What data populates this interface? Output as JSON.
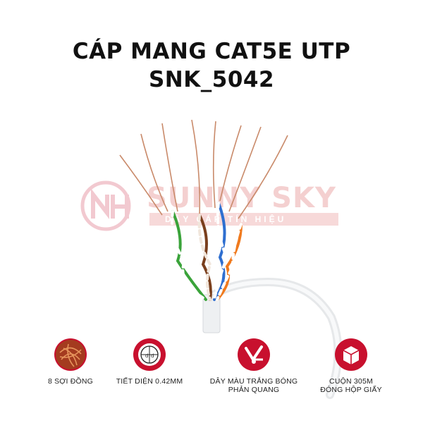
{
  "title": {
    "line1": "CÁP MANG CAT5E UTP",
    "line2": "SNK_5042"
  },
  "watermark": {
    "brand": "SUNNY SKY",
    "tagline": "DÂY CÁP TÍN HIỆU"
  },
  "colors": {
    "accent": "#c8102e",
    "copper": "#c98a6a",
    "green": "#3aa33a",
    "brown": "#7a3f1d",
    "blue": "#2f6fd0",
    "orange": "#f07a1e",
    "jacket": "#e9ecef"
  },
  "features": [
    {
      "icon": "copper-strands-icon",
      "label": "8 SỢI ĐỒNG"
    },
    {
      "icon": "diameter-icon",
      "label": "TIẾT DIỆN 0.42MM"
    },
    {
      "icon": "cable-cutter-icon",
      "label": "DÂY MÀU TRẮNG BÓNG\nPHẢN QUANG"
    },
    {
      "icon": "box-icon",
      "label": "CUỘN 305M\nĐÓNG HỘP GIẤY"
    }
  ]
}
